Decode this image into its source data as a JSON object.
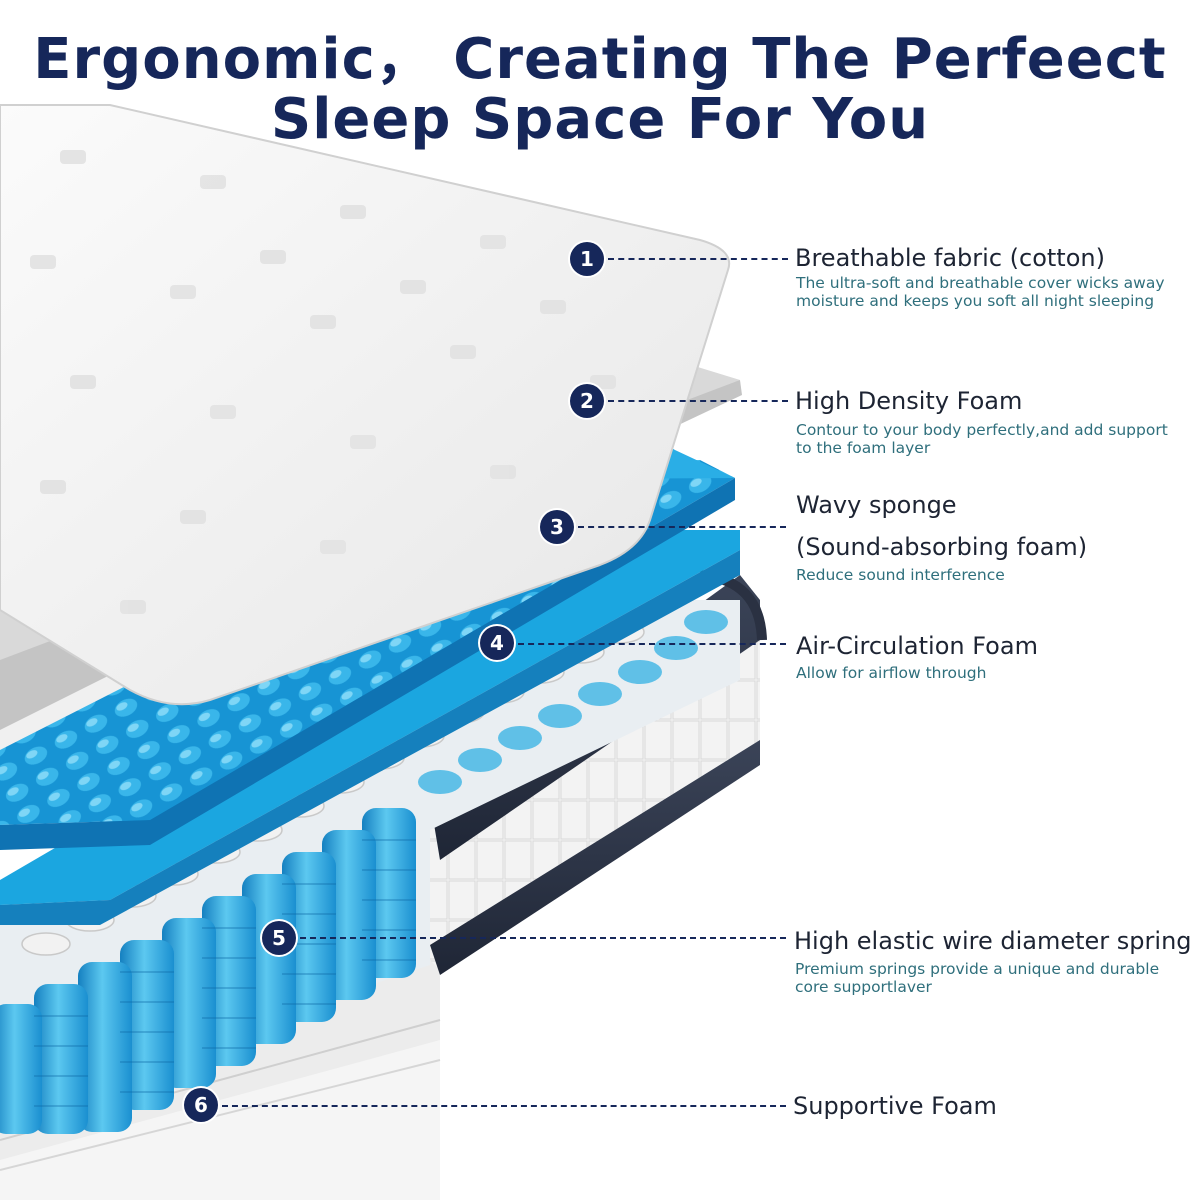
{
  "header": {
    "title_line1": "Ergonomic， Creating The Perfeect",
    "title_line2": "Sleep Space For You"
  },
  "colors": {
    "navy": "#16275a",
    "foam_blue": "#1ea3dc",
    "desc_teal": "#2f6f7c"
  },
  "layers": [
    {
      "number": "1",
      "title": "Breathable fabric (cotton)",
      "desc_line1": "The ultra-soft and breathable cover wicks away",
      "desc_line2": "moisture and keeps you soft all night sleeping"
    },
    {
      "number": "2",
      "title": "High Density Foam",
      "desc_line1": "Contour to your body perfectly,and add support",
      "desc_line2": "to the foam layer"
    },
    {
      "number": "3",
      "title": "Wavy sponge",
      "title_line2": "(Sound-absorbing foam)",
      "desc_line1": "Reduce sound interference"
    },
    {
      "number": "4",
      "title": "Air-Circulation Foam",
      "desc_line1": "Allow for airflow through"
    },
    {
      "number": "5",
      "title": "High elastic wire diameter spring",
      "desc_line1": "Premium springs provide a unique and durable",
      "desc_line2": "core supportlaver"
    },
    {
      "number": "6",
      "title": "Supportive Foam"
    }
  ]
}
